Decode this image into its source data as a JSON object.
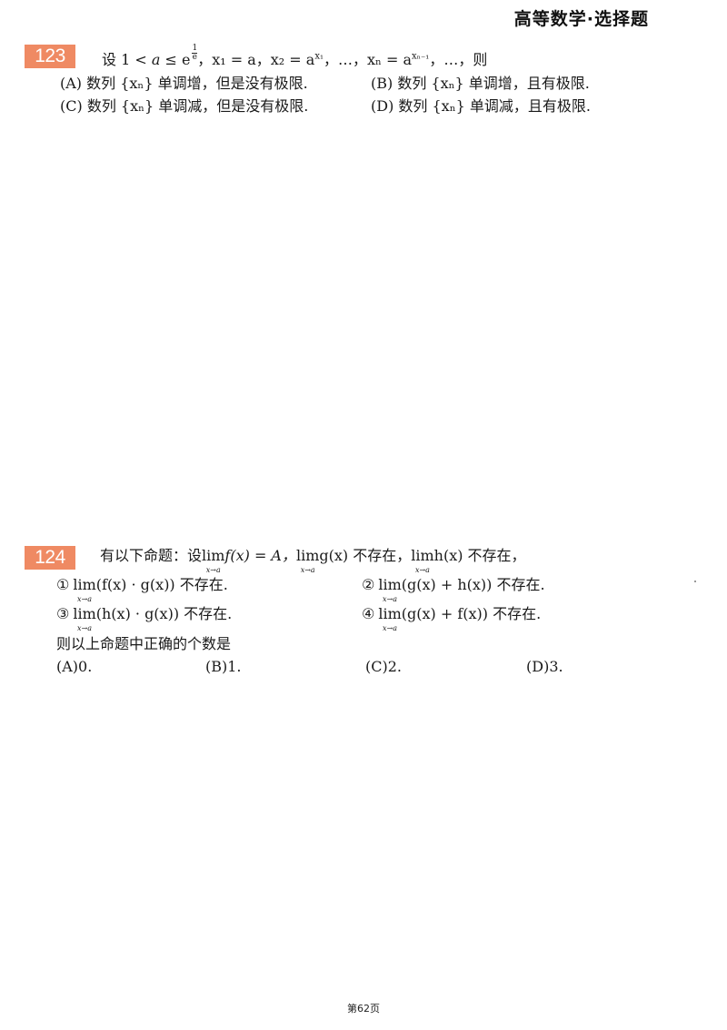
{
  "header": {
    "title": "高等数学·选择题"
  },
  "q123": {
    "number": "123",
    "stem_prefix": "设 1 < ",
    "stem_a": "a",
    "stem_le": " ≤ e",
    "exp_num": "1",
    "exp_den": "e",
    "stem_rest": "，x₁ = a，x₂ = a",
    "stem_x1": "x₁",
    "stem_mid": "，…，xₙ = a",
    "stem_xn1": "xₙ₋₁",
    "stem_end": "，…，则",
    "options": {
      "A": "(A) 数列 {xₙ} 单调增，但是没有极限.",
      "B": "(B) 数列 {xₙ} 单调增，且有极限.",
      "C": "(C) 数列 {xₙ} 单调减，但是没有极限.",
      "D": "(D) 数列 {xₙ} 单调减，且有极限."
    }
  },
  "q124": {
    "number": "124",
    "stem_p1": "有以下命题：设",
    "lim_word": "lim",
    "lim_sub": "x→a",
    "stem_f": "f(x) = A，",
    "stem_g": "g(x) 不存在，",
    "stem_h": "h(x) 不存在，",
    "items": {
      "i1_mark": "①",
      "i1_body": "(f(x) · g(x)) 不存在.",
      "i2_mark": "②",
      "i2_body": "(g(x) + h(x)) 不存在.",
      "i3_mark": "③",
      "i3_body": "(h(x) · g(x)) 不存在.",
      "i4_mark": "④",
      "i4_body": "(g(x) + f(x)) 不存在."
    },
    "question": "则以上命题中正确的个数是",
    "options": {
      "A": "(A)0.",
      "B": "(B)1.",
      "C": "(C)2.",
      "D": "(D)3."
    }
  },
  "footer": {
    "page": "第62页"
  },
  "colors": {
    "badge": "#ef8a63"
  }
}
